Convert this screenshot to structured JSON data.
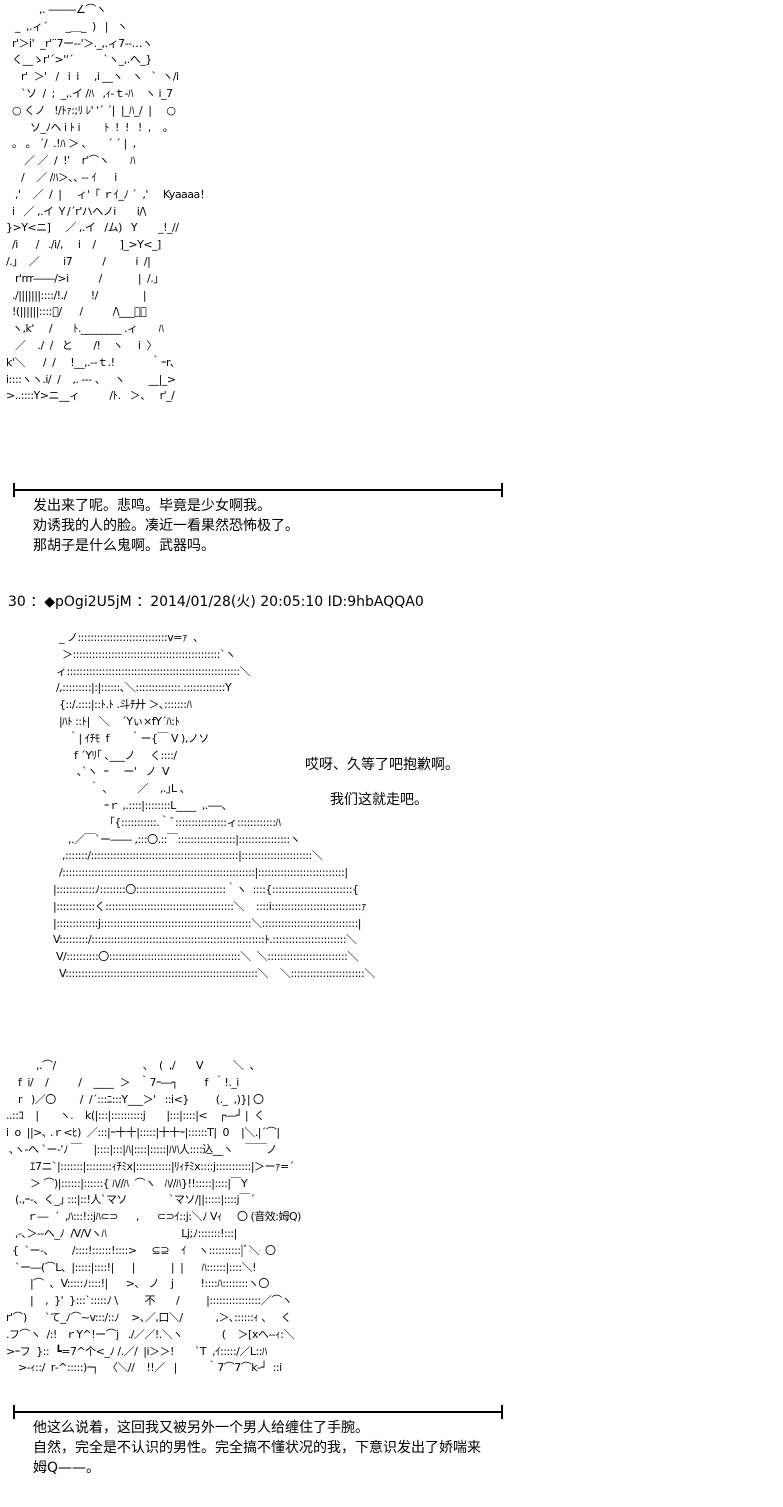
{
  "art1": "           ,. -――-∠⌒ヽ\n   _  ,.ィ´      _＿_  )   |   ヽ\n  r'＞i'  _r'¨7ー--'＞._,.ィ7-‐…ヽ\n  く__ゝr'´>''´          `ヽ_,.へ_}\n     r'  ＞'   /   i  i     ,i __ヽ   ヽ   `  ヽ/i\n     `ソ  /  ;  _,.イ /ﾊ   ,ｨ‐ｔ-ﾊ    ヽ i_7\n  ○ くノ   !/ﾄｧ:;ﾘ ﾚ' '´ ´|  |_ﾊ_/  |     ○\n        ソ_ﾉヘ i ﾄ i        ﾄ  !  !   !  ,    。\n  。 。 ´/  .!ﾊ ＞ ､       ´ ´ |  ,\n      ／ ／  /  !'    r'⌒ヽ       ﾊ\n     /    ／ /ﾊ＞､､ -‐ ｲ      i\n   ,'    ／  /  |     ィ'「 ｒｲ_ﾉ ´  ,'     Kyaaaa！\n  i   ／ ,.イ Ｙ/´r'ハヘノi       i/\\\n}>Y<ニ]     ／ ,.イ   /ム)   Y       _!_//\n  /i      /   ./i/,     i    /        ]_>Y<_]\n/.」  ／        i7          /          i  /|\n   r'rrr――/>i          /            |  /.」\n  ./|||||||::::/!./        !/               |\n  !(||||||::::ﾞ/      /          /\\___／＼\n  ヽ,k'     /       ﾄ.________ .ィ       ﾊ\n   ／    ./  /   と       /!    ヽ     i  〉\nk'＼      /  /     !__,.-‐ｔ.!            ｀ｰr､\ni::::ヽヽ.i/  /    ,. ‐‐‐ 、   ヽ        __|_>\n>..::::Y>ニ__ィ          /ﾄ.   ＞、   r'_/",
  "divider": "",
  "caption1": [
    "发出来了呢。悲鸣。毕竟是少女啊我。",
    "劝诱我的人的脸。凑近一看果然恐怖极了。",
    "那胡子是什么鬼啊。武器吗。"
  ],
  "post_header": "30 ：◆pOgi2U5jM ：2014/01/28(火) 20:05:10 ID:9hbAQQA0",
  "art2": "       _ ノ::::::::::::::::::::::::::::v=ｧ  、\n        ＞::::::::::::::::::::::::::::::::::::::::::::::`ヽ\n      ィ::::::::::::::::::::::::::::::::::::::::::::::::::::::＼\n      /,:::::::::|:|::::::､＼::::::::::::::.:::::::::::::Y\n       {::/.::::|::ﾄ.ﾄ .斗ﾁ廾 ＞､:::::::ﾊ\n       |ﾊﾄ ::ﾄ|   ＼    ´Yぃ×fY´ﾊ:ﾄ\n          ｀| ｲﾁﾓ  f       ｀ー{￣ V ),ノソ\n            f ´Yﾘ｢ ､___ノ     く::::/\n             ､`ヽ  ｰ     ー'   ノ  V\n                 ｀ ､          ／    ,.｣L 、\n                      ｰｒ ,.::::|::::::::L____  ,.-―、\n                      「{:::::::::::.｀ﾞ::::::::::::::::ィ::::::::::::ﾊ\n          ,.／￣`ー―― ,:::〇.::￣::::::::::::::::::|::::::::::::::::ヽ\n        ,:::::::/::::::::::::::::::::::::::::::::::::::::::::::|::::::::::::::::::::::＼\n       /::::::::::::::::::::::::::::::::::::::::::::::::::::::::::::|:::::::::::::::::::::::::::|\n     |::::::::::::ﾉ::::::::〇::::::::::::::::::::::::::::｀ヽ  ::::{:::::::::::::::::::::::::{\n     |::::::::::::く::::::::::::::::::::::::::::::::::::::::＼    ::::i::::::::::::::::::::::::::::ｧ\n     |:::::::::::::j:::::::::::::::::::::::::::::::::::::::::::::::＼::::::::::::::::::::::::::::::|\n     V:::::::::/::::::::::::::::::::::::::::::::::::::::::::::::::::::ﾄ.:::::::::::::::::::::::＼\n      V/::::::::::〇:::::::::::::::::::::::::::::::::::::::::＼  ＼:::::::::::::::::::::::::＼\n       V::::::::::::::::::::::::::::::::::::::::::::::::::::::::::::＼    ＼:::::::::::::::::::::::＼",
  "speech": [
    "哎呀、久等了吧抱歉啊。",
    "我们这就走吧。"
  ],
  "art3": "          ,.⌒/                             、  (  ,/       V          ＼  、\n    f  i/    /          /    ____  ＞   ｀7ｰ―┐         f  ｀!._i\n    r   )／〇        /  /´:::ﾆ:::Y___＞'   ::i<}         (._  ,)}| 〇\n..::ｺ    |       ヽ.    k(|:::|::::::::::j       |:::|::::|<    ┌―┘ |  く\ni  o  ||>､ .ｒ<ﾋ)  ／:::|ｰ十十|:::::|十十ｰ|::::::T|  0    |＼.|´⌒|\n ､ヽ-ヘ `ー-'ﾉ ￣    |::::|:::|ﾊ|::::|:::::|ﾊﾊ人::::込__ヽ    ￣￣ノ\n        ｴ7ニ`|:::::::|::::::::ｨﾁﾐx|:::::::::::|ﾘｨﾁﾐx::::j:::::::::::|＞ーｧ=´\n        ＞ ⌒)|::::::|::::::{ ﾊ//ﾊ  ⌒ヽ   ﾊ//ﾊ}!!:::::|::::|￣Y\n   (.,ｰ-、く_｣ :::|::!人`マソ              `マソ/||:::::|::::j￣´\n       ｒ―  ´  ,ﾊ:::!::jﾊ⊂⊃      ,      ⊂⊃ｲ::j:＼ﾉ Vｨ     〇 (音效:姆Q)\n   ,-､＞--ヘ_ﾉ  /V/Vヽﾊ                         Lj;ﾉ:::::::!:::|\n  {  `ー-、      /::::!::::::!::::>     ⊆⊇    ｲ    ヽ::::::::::|ﾞ＼  〇\n   `ー―(⌒L、|:::::|::::!|      |            |  |      ﾊ::::::|::::＼!\n        |⌒  ､  V:::::ﾉ::::!|      >､   ノ    j         !::::ﾊ::::::::ヽ〇\n        |    ,  }'  }:::`:::::ﾉ \\         不       /         |::::::::::::::::／⌒ヽ\nr'⌒)      `て_ﾉ⌒~v:::/::ﾉ    >､／,口＼/           ,＞､::::::ｨ 、   く\n.フ⌒ヽ  /:!   ｒY^!ー⌒j   ./／／!.＼ヽ             (    ＞[xヘ--ｨ:＼\n>ｰフ  }::  ┗=7^个<_ﾉ /.／/  |i＞＞!       `T  ,ｲ:::::/／L::ﾊ\n    >-ｨ::/  r‐^:::::)ｰ┐   〈＼//    !!／   |          ｀7⌒7⌒k-┘  ::i",
  "caption2": [
    "他这么说着，这回我又被另外一个男人给缠住了手腕。",
    "自然，完全是不认识的男性。完全搞不懂状况的我，下意识发出了娇喘来",
    "姆Q——。"
  ]
}
